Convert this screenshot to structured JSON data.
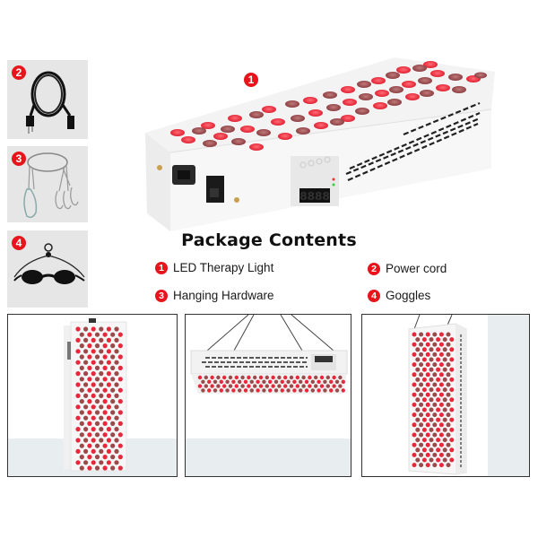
{
  "title": "Package Contents",
  "hero": {
    "badge": "1",
    "alt": "LED therapy light panel with power socket, switch and digital timer display",
    "display_digits": "8888"
  },
  "thumbnails": [
    {
      "badge": "2",
      "alt": "Power cord"
    },
    {
      "badge": "3",
      "alt": "Hanging hardware"
    },
    {
      "badge": "4",
      "alt": "Goggles"
    }
  ],
  "legend": [
    {
      "badge": "1",
      "label": "LED Therapy Light"
    },
    {
      "badge": "2",
      "label": "Power cord"
    },
    {
      "badge": "3",
      "label": "Hanging Hardware"
    },
    {
      "badge": "4",
      "label": "Goggles"
    }
  ],
  "panels": [
    {
      "alt": "Panel standing vertically"
    },
    {
      "alt": "Panel hanging horizontally"
    },
    {
      "alt": "Panel hanging vertically"
    }
  ],
  "colors": {
    "badge": "#e8141c",
    "led_red": "#e8283a",
    "led_dark": "#9a4a4a",
    "thumb_bg": "#e6e6e6",
    "floor": "#e8eef0"
  }
}
